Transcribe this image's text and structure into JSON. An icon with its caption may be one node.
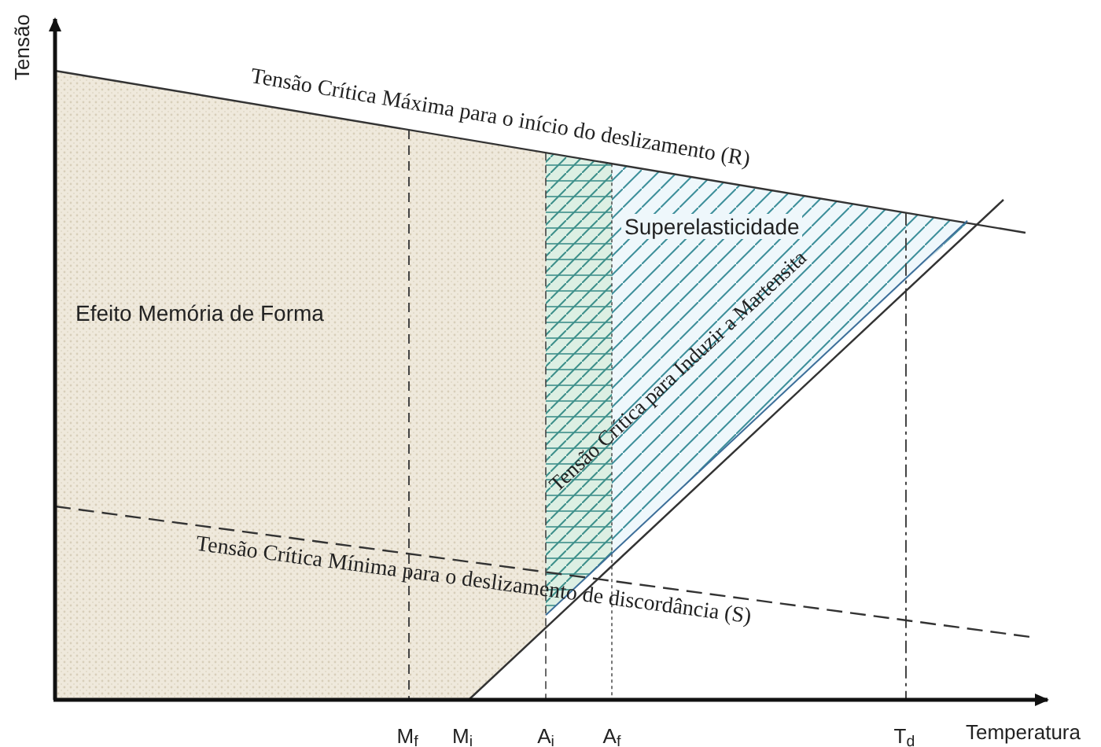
{
  "diagram": {
    "labels": [
      "Tensão",
      "Tensão Crítica Máxima para o início do deslizamento (R)",
      "Superelasticidade",
      "Efeito Memória de Forma",
      "Tensão Crítica para Induzir a Martensita",
      "Tensão Crítica Mínima para o deslizamento de discordância (S)",
      "M$_{f}$",
      "M$_{i}$",
      "A$_{i}$",
      "A$_{f}$",
      "T$_{d}$",
      "Temperatura"
    ]
  }
}
